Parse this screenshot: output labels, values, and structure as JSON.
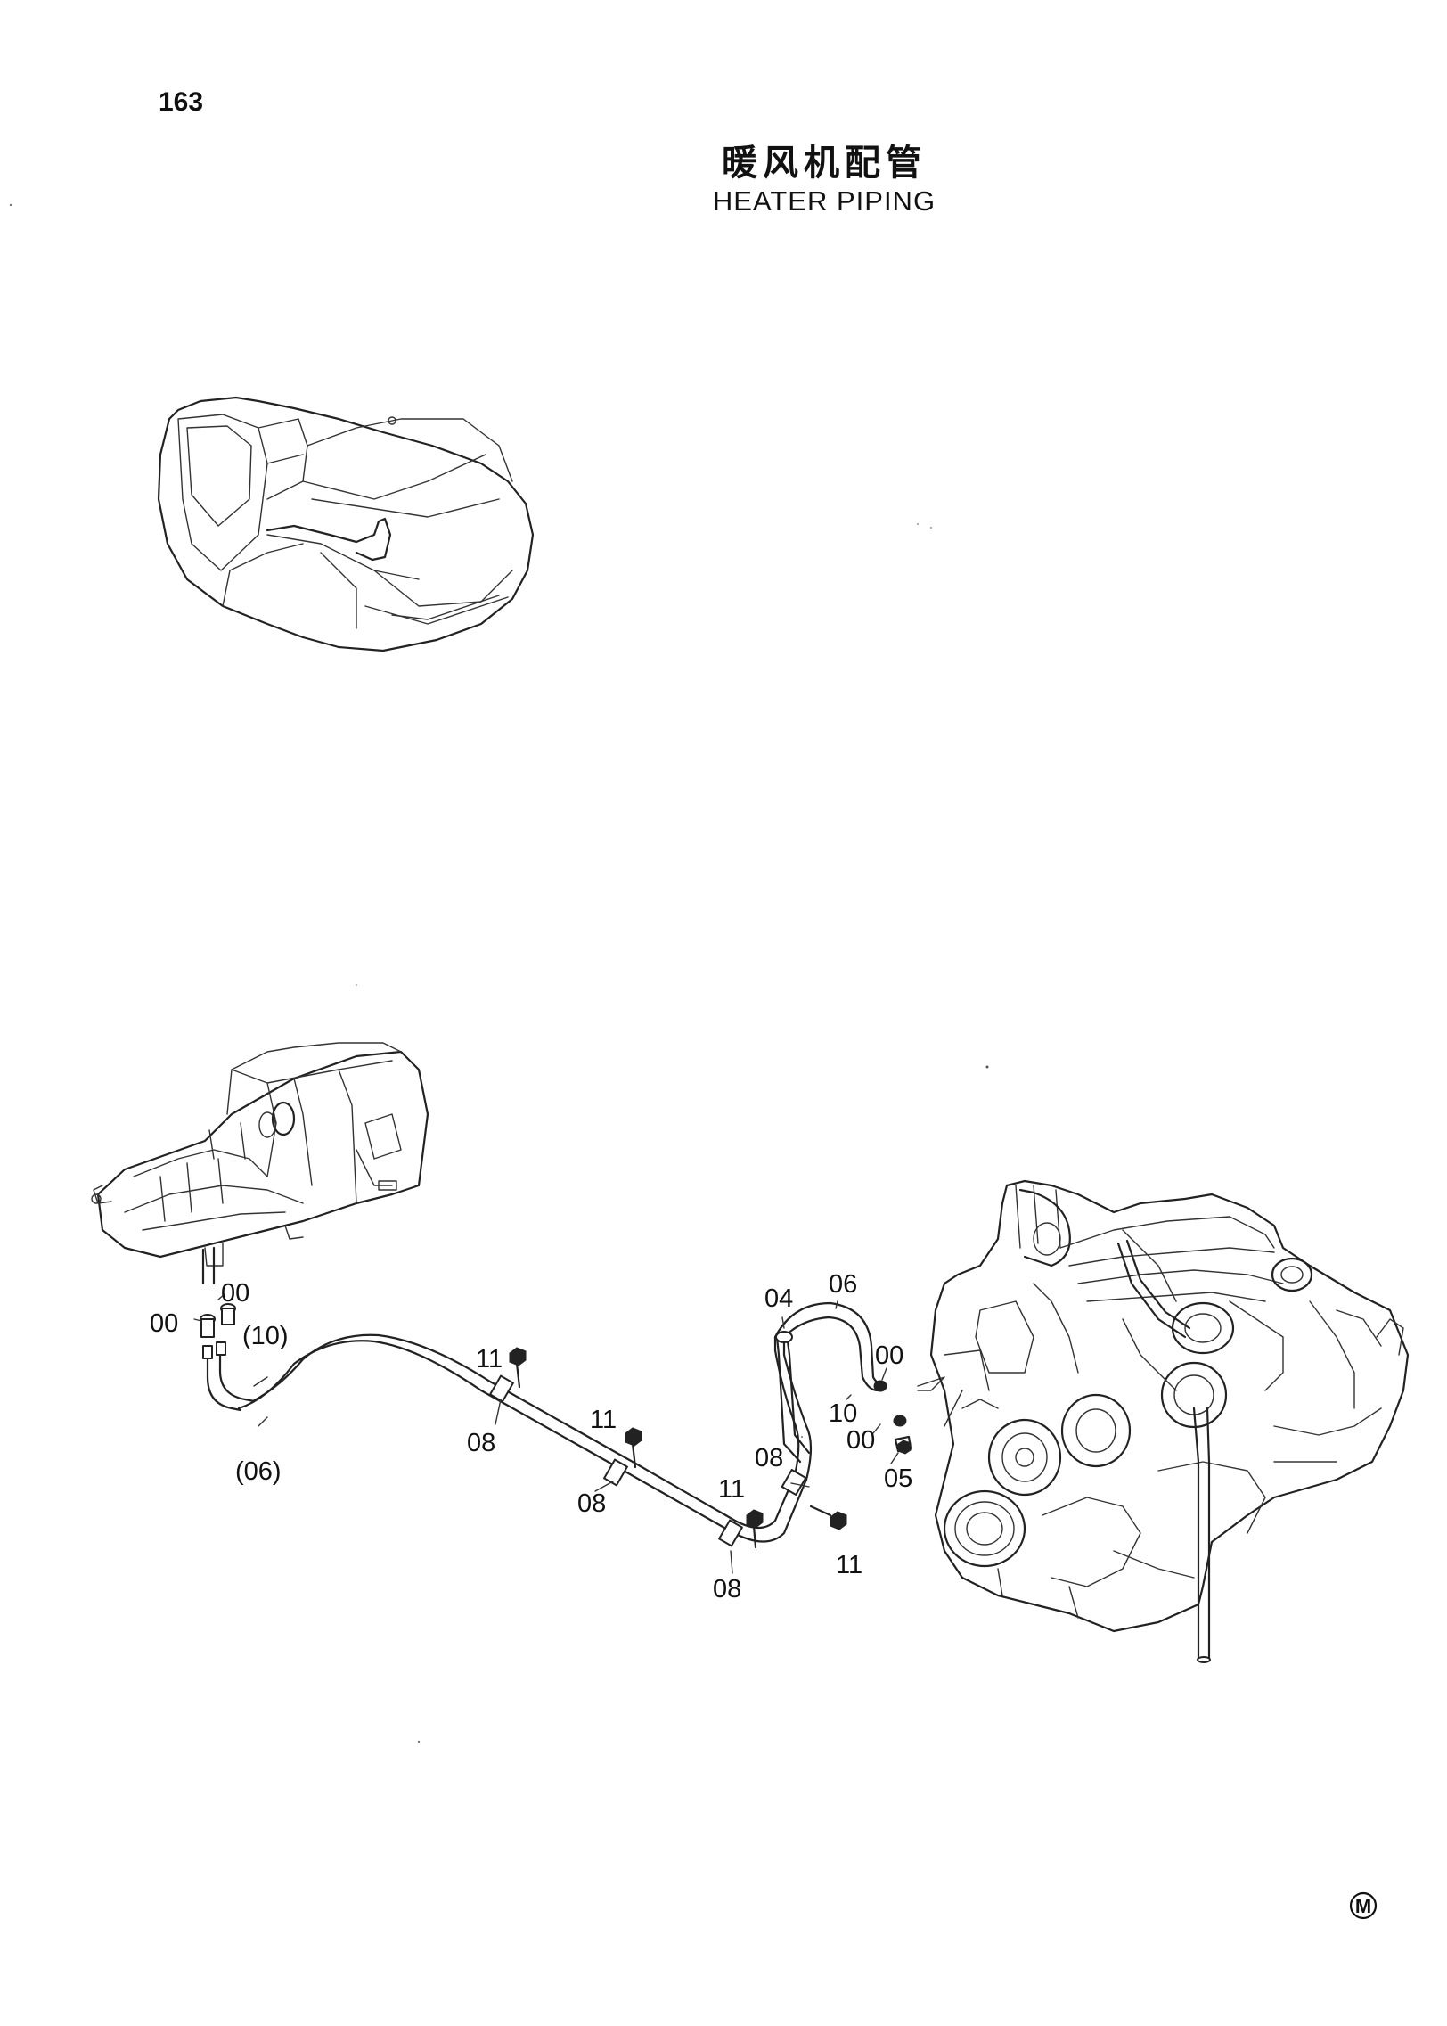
{
  "page": {
    "number": "163"
  },
  "title": {
    "chinese": "暖风机配管",
    "english": "HEATER PIPING"
  },
  "callouts": [
    {
      "label": "00"
    },
    {
      "label": "00"
    },
    {
      "label": "(10)"
    },
    {
      "label": "(06)"
    },
    {
      "label": "11"
    },
    {
      "label": "08"
    },
    {
      "label": "11"
    },
    {
      "label": "08"
    },
    {
      "label": "11"
    },
    {
      "label": "08"
    },
    {
      "label": "08"
    },
    {
      "label": "11"
    },
    {
      "label": "04"
    },
    {
      "label": "06"
    },
    {
      "label": "00"
    },
    {
      "label": "10"
    },
    {
      "label": "00"
    },
    {
      "label": "05"
    }
  ],
  "footer": {
    "mark": "M"
  }
}
